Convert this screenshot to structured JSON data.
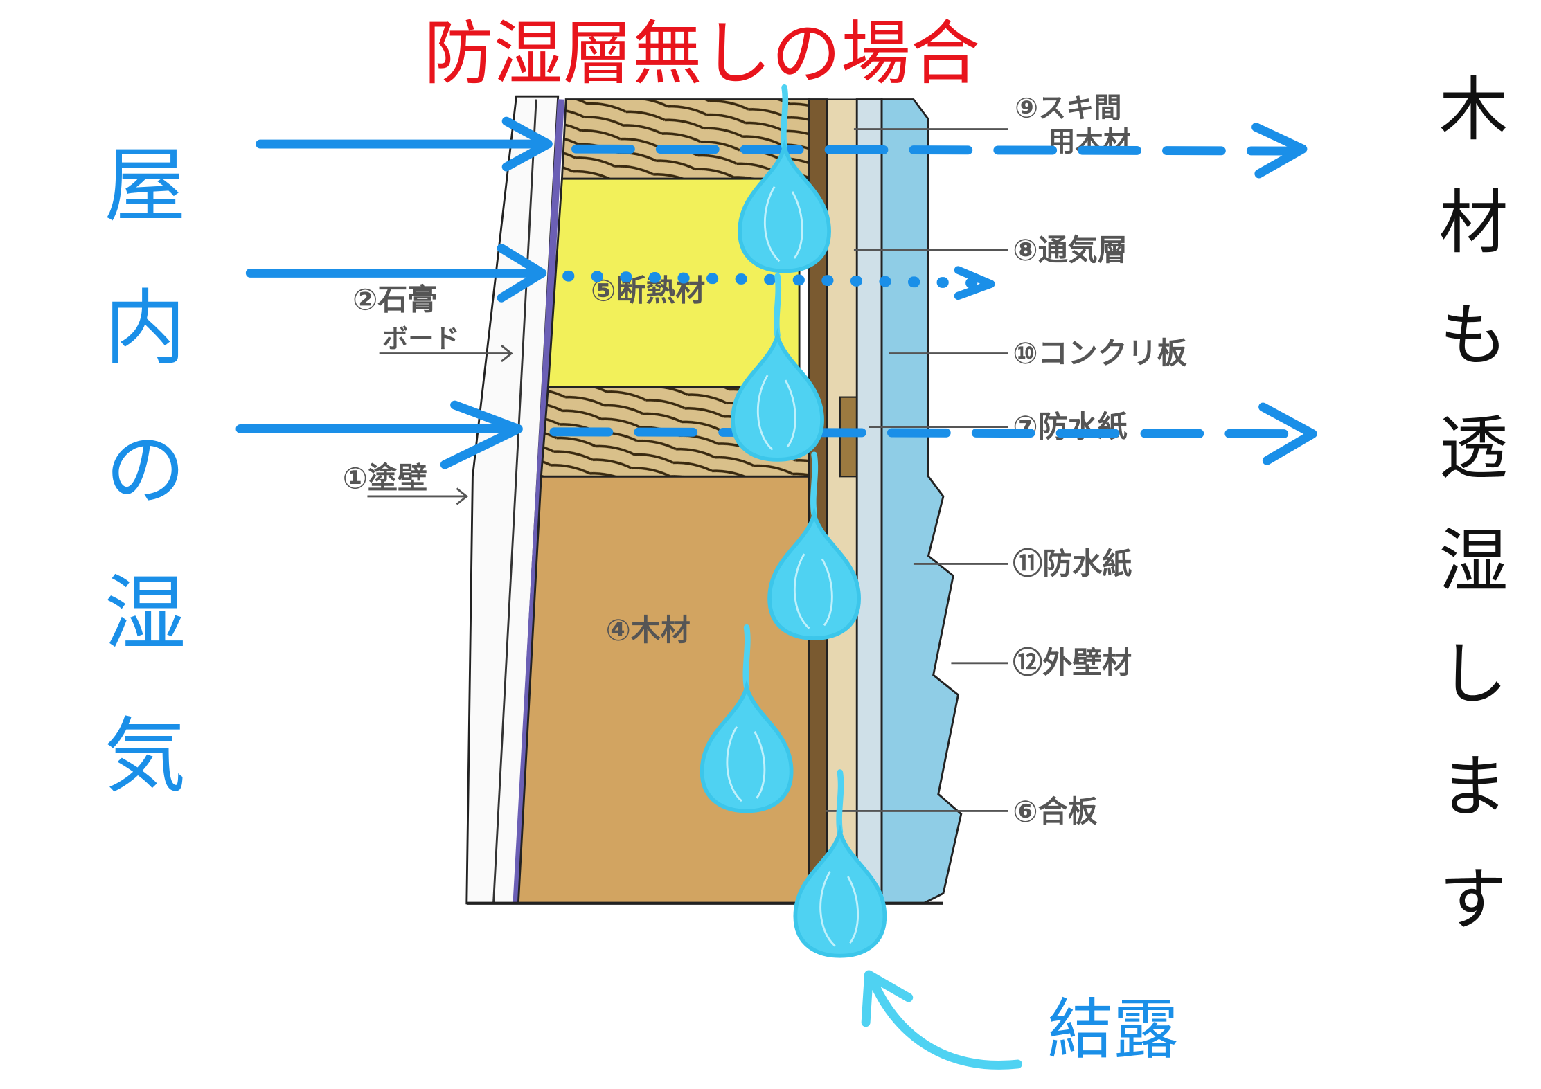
{
  "title": "防湿層無しの場合",
  "left_label": "屋内の湿気",
  "right_label": "木材も透湿します",
  "condensation_label": "結露",
  "layers": {
    "l1": "①塗壁",
    "l2a": "②石膏",
    "l2b": "ボード",
    "l4": "④木材",
    "l5": "⑤断熱材",
    "l6": "⑥合板",
    "l7": "⑦防水紙",
    "l8": "⑧通気層",
    "l9a": "⑨スキ間",
    "l9b": "用木材",
    "l10": "⑩コンクリ板",
    "l11": "⑪防水紙",
    "l12": "⑫外壁材"
  },
  "colors": {
    "title": "#e8141c",
    "moisture_arrows": "#1a8fe8",
    "droplets": "#4fd2f2",
    "insulation": "#f2f05a",
    "wood": "#d2a461",
    "text": "#111111"
  }
}
